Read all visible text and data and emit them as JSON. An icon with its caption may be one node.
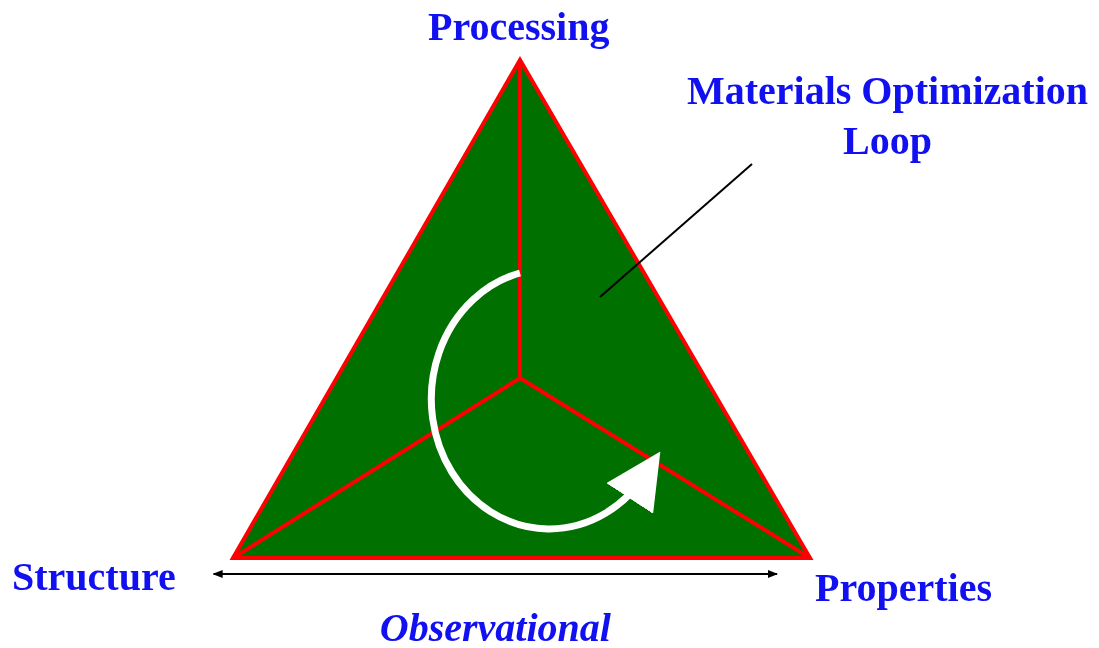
{
  "diagram": {
    "nodes": [
      {
        "text": [
          "Processing"
        ]
      },
      {
        "text": [
          "Structure"
        ]
      },
      {
        "text": [
          "Properties"
        ]
      },
      {
        "text": [
          "Materials Optimization Loop"
        ]
      },
      {
        "text": [],
        "shape": "triangle"
      }
    ],
    "edges": [
      {
        "from": 1,
        "to": 2,
        "arrow": "both",
        "label": "Observational"
      },
      {
        "from": 3,
        "to": 4,
        "arrow": "none"
      }
    ]
  }
}
